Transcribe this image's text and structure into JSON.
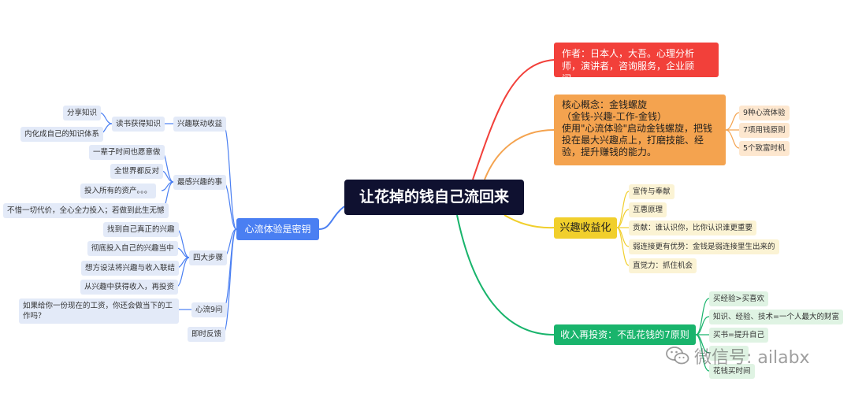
{
  "central": {
    "title": "让花掉的钱自己流回来"
  },
  "right": {
    "author": "作者：日本人，大吾。心理分析师，演讲者，咨询服务，企业顾问。",
    "core": {
      "line1": "核心概念：金钱螺旋",
      "line2": "（金钱-兴趣-工作-金钱）",
      "line3": "使用\"心流体验\"启动金钱螺旋，把钱投在最大兴趣点上，打磨技能、经验，提升赚钱的能力。",
      "children": [
        "9种心流体验",
        "7项用钱原则",
        "5个致富时机"
      ]
    },
    "interest": {
      "label": "兴趣收益化",
      "children": [
        "宣传与奉献",
        "互惠原理",
        "贡献：谁认识你，比你认识谁更重要",
        "弱连接更有优势：金钱是弱连接里生出来的",
        "直觉力：抓住机会"
      ]
    },
    "reinvest": {
      "label": "收入再投资：不乱花钱的7原则",
      "children": [
        "买经验>买喜欢",
        "知识、经验、技术=一个人最大的财富",
        "买书=提升自己",
        "",
        "花钱买时间"
      ]
    }
  },
  "left": {
    "label": "心流体验是密钥",
    "groups": {
      "g1": {
        "label": "兴趣联动收益",
        "sub": "读书获得知识",
        "leaves": [
          "分享知识",
          "内化成自己的知识体系"
        ]
      },
      "g2": {
        "label": "最感兴趣的事",
        "leaves": [
          "一辈子时间也愿意做",
          "全世界都反对",
          "投入所有的资产。。。",
          "不惜一切代价，全心全力投入；若做到此生无憾"
        ]
      },
      "g3": {
        "label": "四大步骤",
        "leaves": [
          "找到自己真正的兴趣",
          "彻底投入自己的兴趣当中",
          "想方设法将兴趣与收入联结",
          "从兴趣中获得收入，再投资"
        ]
      },
      "g4": {
        "label": "心流9问",
        "leaves": [
          "如果给你一份现在的工资，你还会做当下的工作吗？"
        ]
      },
      "g5": {
        "label": "即时反馈"
      }
    }
  },
  "watermark": {
    "text": "微信号: ailabx",
    "icon": "wechat-icon"
  },
  "colors": {
    "red": "#f2403a",
    "orange": "#f4a34f",
    "yellow": "#f1cf2c",
    "green": "#19b46c",
    "blue": "#4a7ff2",
    "central": "#0f1130"
  }
}
